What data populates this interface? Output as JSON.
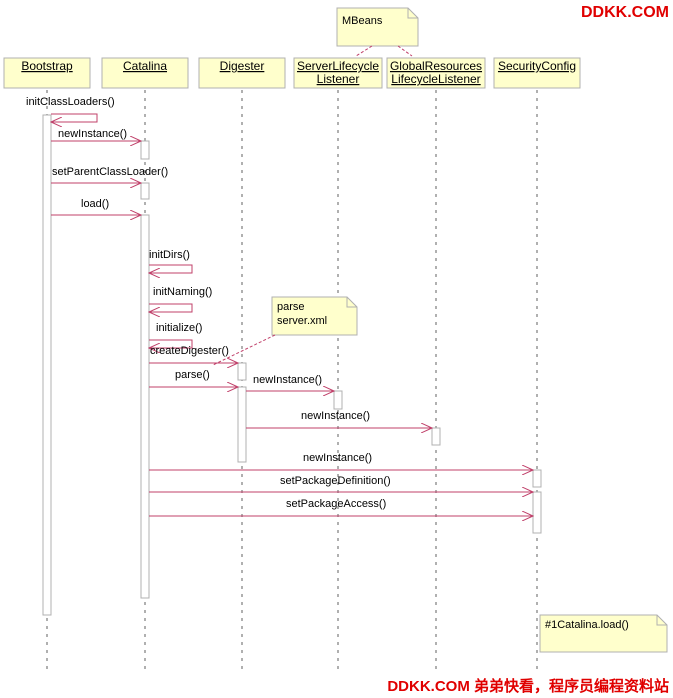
{
  "watermark_top": "DDKK.COM",
  "watermark_bottom": "DDKK.COM 弟弟快看，程序员编程资料站",
  "participants": [
    {
      "id": "bootstrap",
      "lines": [
        "Bootstrap"
      ]
    },
    {
      "id": "catalina",
      "lines": [
        "Catalina"
      ]
    },
    {
      "id": "digester",
      "lines": [
        "Digester"
      ]
    },
    {
      "id": "serverlifecycle",
      "lines": [
        "ServerLifecycle",
        "Listener"
      ]
    },
    {
      "id": "globalresources",
      "lines": [
        "GlobalResources",
        "LifecycleListener"
      ]
    },
    {
      "id": "securityconfig",
      "lines": [
        "SecurityConfig"
      ]
    }
  ],
  "messages": [
    {
      "label": "initClassLoaders()",
      "from": "bootstrap",
      "to": "bootstrap",
      "self": true
    },
    {
      "label": "newInstance()",
      "from": "bootstrap",
      "to": "catalina"
    },
    {
      "label": "setParentClassLoader()",
      "from": "bootstrap",
      "to": "catalina"
    },
    {
      "label": "load()",
      "from": "bootstrap",
      "to": "catalina"
    },
    {
      "label": "initDirs()",
      "from": "catalina",
      "to": "catalina",
      "self": true
    },
    {
      "label": "initNaming()",
      "from": "catalina",
      "to": "catalina",
      "self": true
    },
    {
      "label": "initialize()",
      "from": "catalina",
      "to": "catalina",
      "self": true
    },
    {
      "label": "createDigester()",
      "from": "catalina",
      "to": "digester"
    },
    {
      "label": "parse()",
      "from": "catalina",
      "to": "digester"
    },
    {
      "label": "newInstance()",
      "from": "digester",
      "to": "serverlifecycle"
    },
    {
      "label": "newInstance()",
      "from": "digester",
      "to": "globalresources"
    },
    {
      "label": "newInstance()",
      "from": "catalina",
      "to": "securityconfig"
    },
    {
      "label": "setPackageDefinition()",
      "from": "catalina",
      "to": "securityconfig"
    },
    {
      "label": "setPackageAccess()",
      "from": "catalina",
      "to": "securityconfig"
    }
  ],
  "notes": [
    {
      "id": "mbeans",
      "lines": [
        "MBeans"
      ]
    },
    {
      "id": "parse",
      "lines": [
        "parse",
        "server.xml"
      ]
    },
    {
      "id": "catalina-load",
      "lines": [
        "#1Catalina.load()"
      ]
    }
  ],
  "colors": {
    "line": "#c0406a",
    "box_fill": "#ffffcc",
    "box_stroke": "#b0b0b0"
  }
}
